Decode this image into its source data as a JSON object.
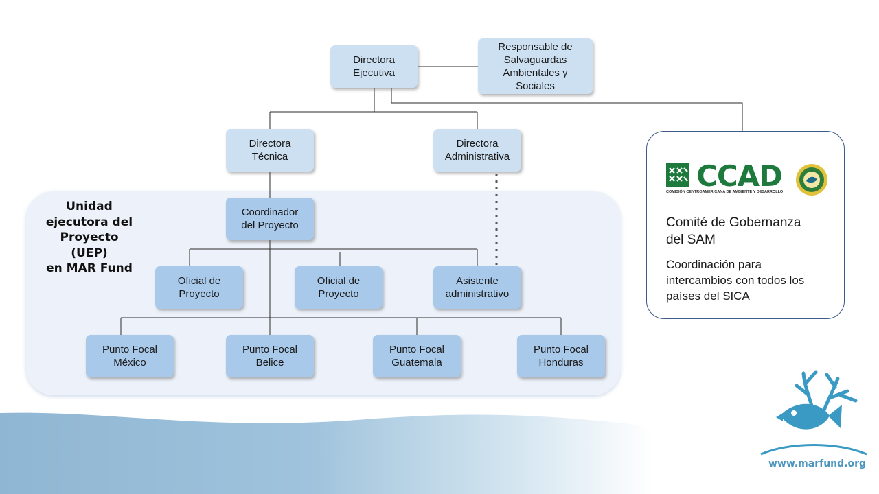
{
  "org_chart": {
    "directora_ejecutiva": "Directora\nEjecutiva",
    "responsable_salvaguardas": "Responsable de\nSalvaguardas\nAmbientales y\nSociales",
    "directora_tecnica": "Directora\nTécnica",
    "directora_administrativa": "Directora\nAdministrativa",
    "coordinador": "Coordinador\ndel Proyecto",
    "oficial_1": "Oficial de\nProyecto",
    "oficial_2": "Oficial de\nProyecto",
    "asistente": "Asistente\nadministrativo",
    "punto_mexico": "Punto Focal\nMéxico",
    "punto_belice": "Punto Focal\nBelice",
    "punto_guatemala": "Punto Focal\nGuatemala",
    "punto_honduras": "Punto Focal\nHonduras"
  },
  "uep": {
    "title": "Unidad\nejecutora del\nProyecto\n(UEP)\nen MAR Fund"
  },
  "governance": {
    "logo_word": "CCAD",
    "logo_subtitle": "COMISIÓN CENTROAMERICANA DE AMBIENTE Y DESARROLLO",
    "title": "Comité de Gobernanza\ndel SAM",
    "description": "Coordinación para\nintercambios con todos los\npaíses del  SICA"
  },
  "brand": {
    "url": "www.marfund.org"
  },
  "colors": {
    "box_light": "#cde0f2",
    "box_mid": "#a9c9ea",
    "panel": "#edf2fa",
    "ccad_green": "#1d7a3c",
    "brand_blue": "#4a94bd"
  }
}
